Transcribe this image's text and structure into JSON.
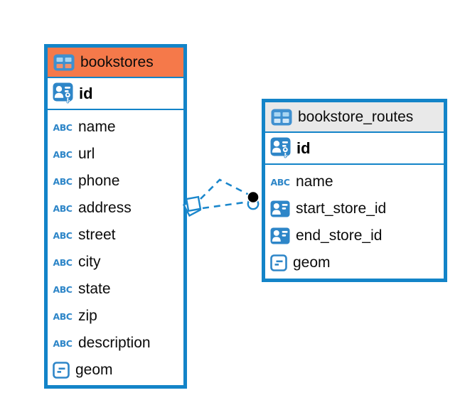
{
  "glyphs": {
    "text_type": "ABC"
  },
  "colors": {
    "accent_blue": "#1384C8",
    "icon_blue": "#2E86C8",
    "bookstores_header": "#F5794A",
    "bookstore_routes_header": "#E9E9E9",
    "relationship_marker_black": "#000000",
    "text_color": "#0b0b0b"
  },
  "tables": [
    {
      "name": "bookstores",
      "pk": "id",
      "columns": [
        {
          "name": "name",
          "type": "text"
        },
        {
          "name": "url",
          "type": "text"
        },
        {
          "name": "phone",
          "type": "text"
        },
        {
          "name": "address",
          "type": "text"
        },
        {
          "name": "street",
          "type": "text"
        },
        {
          "name": "city",
          "type": "text"
        },
        {
          "name": "state",
          "type": "text"
        },
        {
          "name": "zip",
          "type": "text"
        },
        {
          "name": "description",
          "type": "text"
        },
        {
          "name": "geom",
          "type": "geometry"
        }
      ]
    },
    {
      "name": "bookstore_routes",
      "pk": "id",
      "columns": [
        {
          "name": "name",
          "type": "text"
        },
        {
          "name": "start_store_id",
          "type": "reference"
        },
        {
          "name": "end_store_id",
          "type": "reference"
        },
        {
          "name": "geom",
          "type": "geometry"
        }
      ]
    }
  ]
}
